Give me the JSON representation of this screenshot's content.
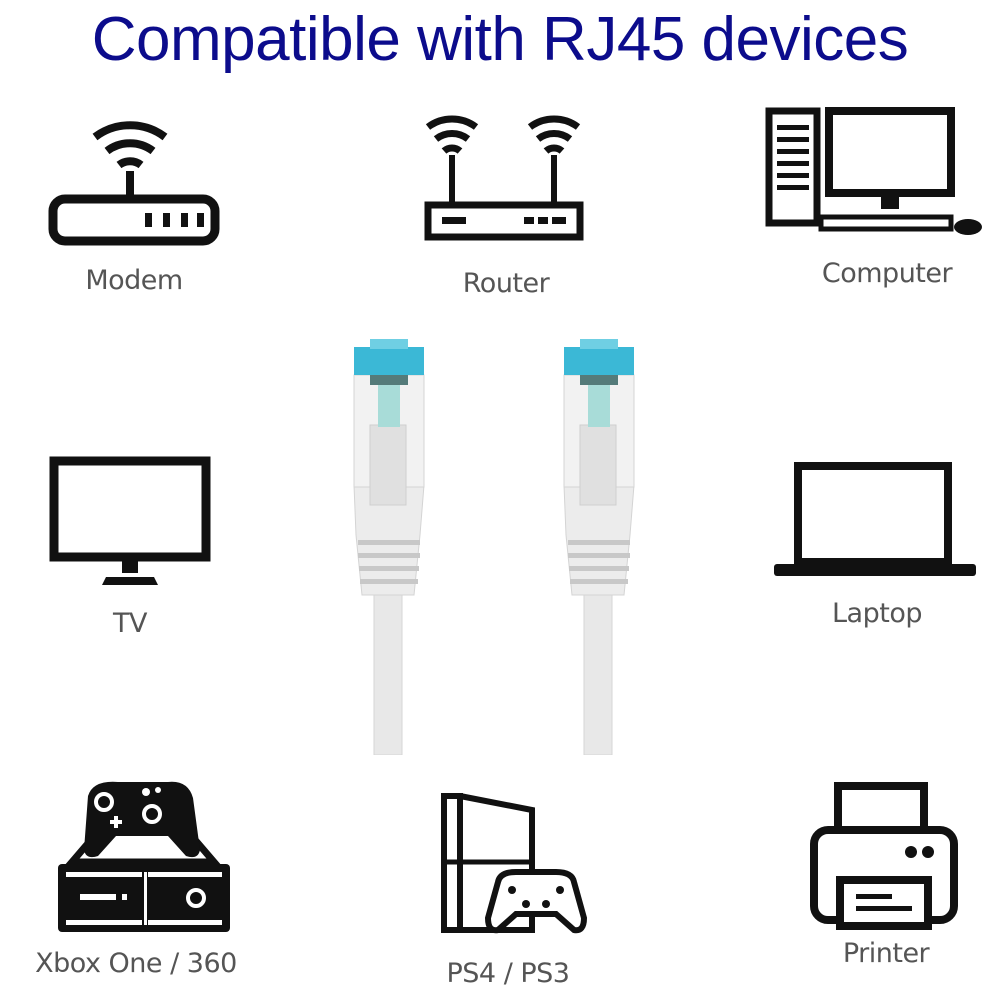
{
  "title": "Compatible with RJ45 devices",
  "colors": {
    "title": "#0c0c8c",
    "icon": "#111111",
    "label": "#555555",
    "connector_accent": "#3bb8d6",
    "cable": "#e6e6e6"
  },
  "devices": [
    {
      "label": "Modem",
      "icon": "modem-icon"
    },
    {
      "label": "Router",
      "icon": "router-icon"
    },
    {
      "label": "Computer",
      "icon": "computer-icon"
    },
    {
      "label": "TV",
      "icon": "tv-icon"
    },
    {
      "label": "Laptop",
      "icon": "laptop-icon"
    },
    {
      "label": "Xbox One / 360",
      "icon": "xbox-icon"
    },
    {
      "label": "PS4 / PS3",
      "icon": "playstation-icon"
    },
    {
      "label": "Printer",
      "icon": "printer-icon"
    }
  ],
  "center_image": "rj45-cable-connectors"
}
